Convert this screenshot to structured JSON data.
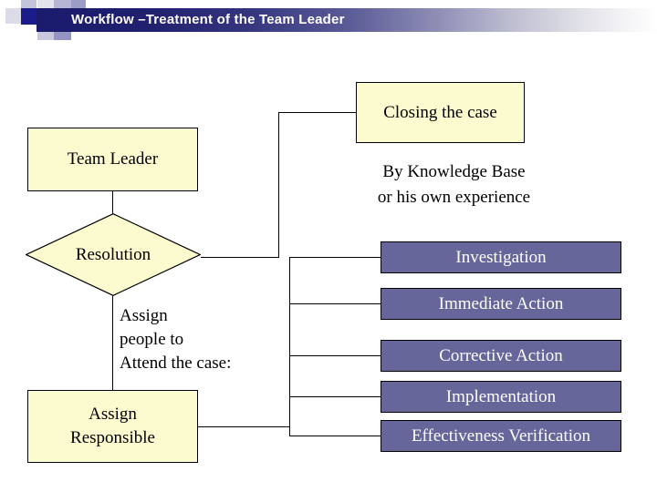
{
  "slide": {
    "title": "Workflow –Treatment of the  Team Leader",
    "theme": {
      "banner_dark": "#1b1b6e",
      "banner_light": "#ffffff",
      "cream_fill": "#fcfbd0",
      "purple_fill": "#66669b",
      "border": "#000000",
      "deco_dark": "#1b1b8c",
      "deco_mid": "#8b8bc0",
      "deco_light": "#b9b9d8"
    }
  },
  "decor": {
    "squares": [
      {
        "name": "deco-square-dark",
        "color": "#1b1b8c"
      },
      {
        "name": "deco-square-mid",
        "color": "#8b8bc0"
      },
      {
        "name": "deco-square-light",
        "color": "#b9b9d8"
      },
      {
        "name": "deco-square-pale",
        "color": "#ccccde"
      },
      {
        "name": "deco-square-faint",
        "color": "#dedeea"
      }
    ]
  },
  "flow": {
    "left_column": {
      "team_leader": "Team Leader",
      "resolution": "Resolution",
      "assign_note_lines": [
        "Assign",
        "people to",
        "Attend the case:"
      ],
      "assign_responsible_lines": [
        "Assign",
        "Responsible"
      ]
    },
    "right_column": {
      "closing_the_case": "Closing the case",
      "knowledge_note_lines": [
        "By Knowledge Base",
        "or his own experience"
      ],
      "steps": [
        "Investigation",
        "Immediate Action",
        "Corrective Action",
        "Implementation",
        "Effectiveness Verification"
      ]
    }
  }
}
